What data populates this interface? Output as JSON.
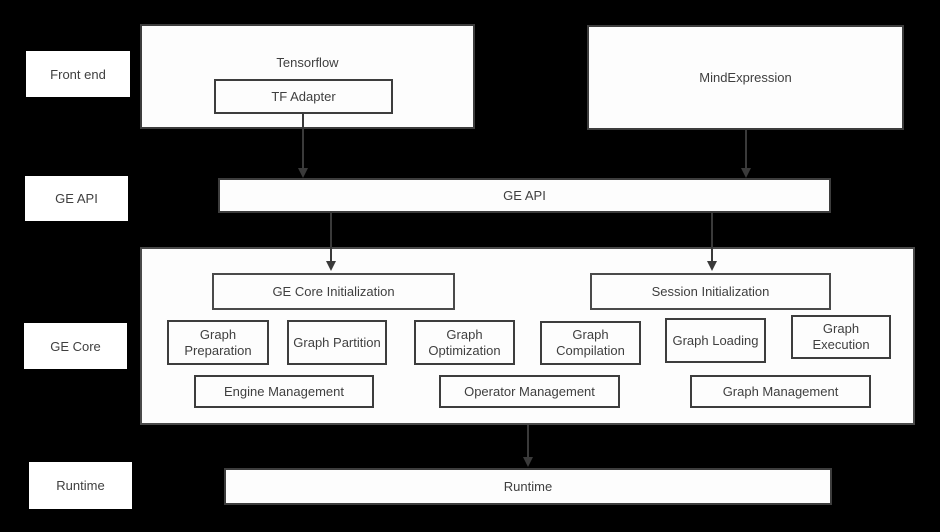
{
  "colors": {
    "background": "#000000",
    "box_fill": "#fdfdfd",
    "border_dark": "#3d3d3d",
    "border_mid": "#4a4a4a",
    "text": "#3f3f3f",
    "arrow": "#3a3a3a"
  },
  "row_labels": {
    "front_end": "Front end",
    "ge_api": "GE API",
    "ge_core": "GE Core",
    "runtime": "Runtime"
  },
  "frontend": {
    "tensorflow_label": "Tensorflow",
    "tf_adapter_label": "TF Adapter",
    "mindexpression_label": "MindExpression"
  },
  "ge_api": {
    "label": "GE API"
  },
  "ge_core": {
    "ge_core_init_label": "GE Core Initialization",
    "session_init_label": "Session Initialization",
    "graph_preparation_label": "Graph Preparation",
    "graph_partition_label": "Graph Partition",
    "graph_optimization_label": "Graph Optimization",
    "graph_compilation_label": "Graph Compilation",
    "graph_loading_label": "Graph Loading",
    "graph_execution_label": "Graph Execution",
    "engine_management_label": "Engine Management",
    "operator_management_label": "Operator Management",
    "graph_management_label": "Graph Management"
  },
  "runtime": {
    "label": "Runtime"
  }
}
